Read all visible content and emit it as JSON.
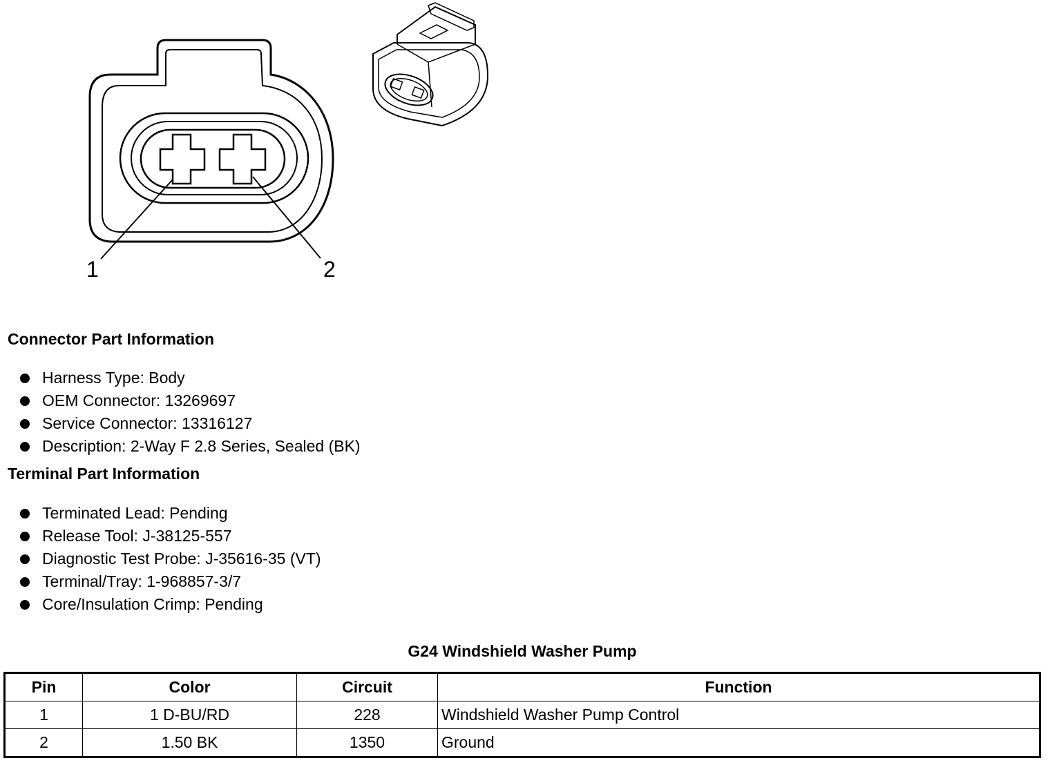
{
  "diagram": {
    "pin_labels": [
      "1",
      "2"
    ]
  },
  "connector_info": {
    "heading": "Connector Part Information",
    "items": [
      "Harness Type: Body",
      "OEM Connector: 13269697",
      "Service Connector: 13316127",
      "Description: 2-Way F 2.8 Series, Sealed (BK)"
    ]
  },
  "terminal_info": {
    "heading": "Terminal Part Information",
    "items": [
      "Terminated Lead: Pending",
      "Release Tool: J-38125-557",
      "Diagnostic Test Probe: J-35616-35 (VT)",
      "Terminal/Tray: 1-968857-3/7",
      "Core/Insulation Crimp: Pending"
    ]
  },
  "table": {
    "title": "G24 Windshield Washer Pump",
    "headers": [
      "Pin",
      "Color",
      "Circuit",
      "Function"
    ],
    "rows": [
      [
        "1",
        "1 D-BU/RD",
        "228",
        "Windshield Washer Pump Control"
      ],
      [
        "2",
        "1.50 BK",
        "1350",
        "Ground"
      ]
    ]
  }
}
